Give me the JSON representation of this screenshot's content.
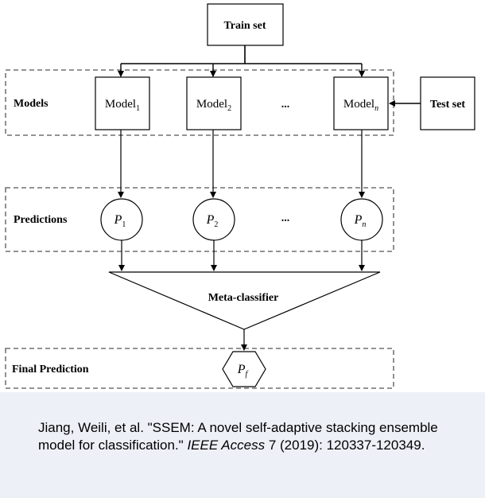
{
  "diagram": {
    "train_set": "Train set",
    "test_set": "Test set",
    "meta_classifier": "Meta-classifier",
    "ellipsis": "...",
    "rows": {
      "models": "Models",
      "predictions": "Predictions",
      "final_prediction": "Final Prediction"
    },
    "models": [
      {
        "base": "Model",
        "sub": "1"
      },
      {
        "base": "Model",
        "sub": "2"
      },
      {
        "base": "Model",
        "sub": "n"
      }
    ],
    "predictions": [
      {
        "base": "P",
        "sub": "1"
      },
      {
        "base": "P",
        "sub": "2"
      },
      {
        "base": "P",
        "sub": "n"
      }
    ],
    "final": {
      "base": "P",
      "sub": "f"
    }
  },
  "citation": {
    "authors_title": "Jiang, Weili, et al. \"SSEM: A novel self-adaptive stacking ensemble model for classification.\"",
    "journal": "IEEE Access",
    "details": "7 (2019): 120337-120349."
  }
}
